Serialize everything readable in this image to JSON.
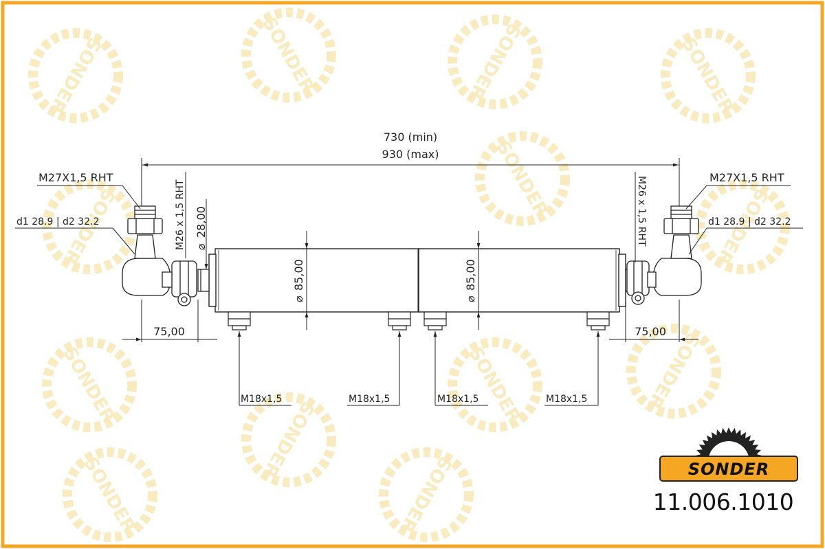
{
  "drawing": {
    "length_min": "730 (min)",
    "length_max": "930 (max)",
    "thread_left_outer": "M27X1,5 RHT",
    "thread_right_outer": "M27X1,5 RHT",
    "cone_left": "d1 28.9 | d2 32.2",
    "cone_right": "d1 28.9 | d2 32.2",
    "thread_left_inner": "M26 x 1,5 RHT",
    "thread_right_inner": "M26 x 1,5 RHT",
    "rod_diameter": "28,00",
    "cylinder_diameter_left": "85,00",
    "cylinder_diameter_right": "85,00",
    "offset_left": "75,00",
    "offset_right": "75,00",
    "port_labels": [
      "M18x1,5",
      "M18x1,5",
      "M18x1,5",
      "M18x1,5"
    ],
    "diameter_symbol": "⌀"
  },
  "branding": {
    "logo_text": "SONDER",
    "watermark_text": "SONDER",
    "part_number": "11.006.1010",
    "frame_color": "#f5a623",
    "logo_color": "#f5a623",
    "watermark_color": "#f2da8a"
  }
}
